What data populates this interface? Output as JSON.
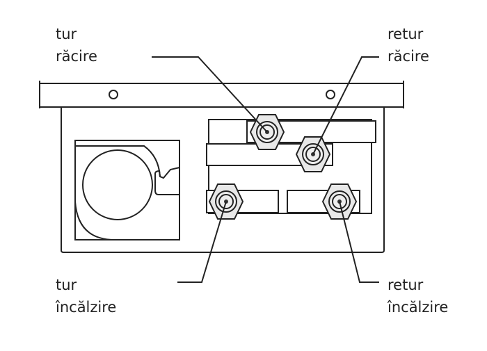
{
  "labels": {
    "supply_cooling": {
      "line1": "tur",
      "line2": "răcire"
    },
    "return_cooling": {
      "line1": "retur",
      "line2": "răcire"
    },
    "supply_heating": {
      "line1": "tur",
      "line2": "încălzire"
    },
    "return_heating": {
      "line1": "retur",
      "line2": "încălzire"
    }
  }
}
